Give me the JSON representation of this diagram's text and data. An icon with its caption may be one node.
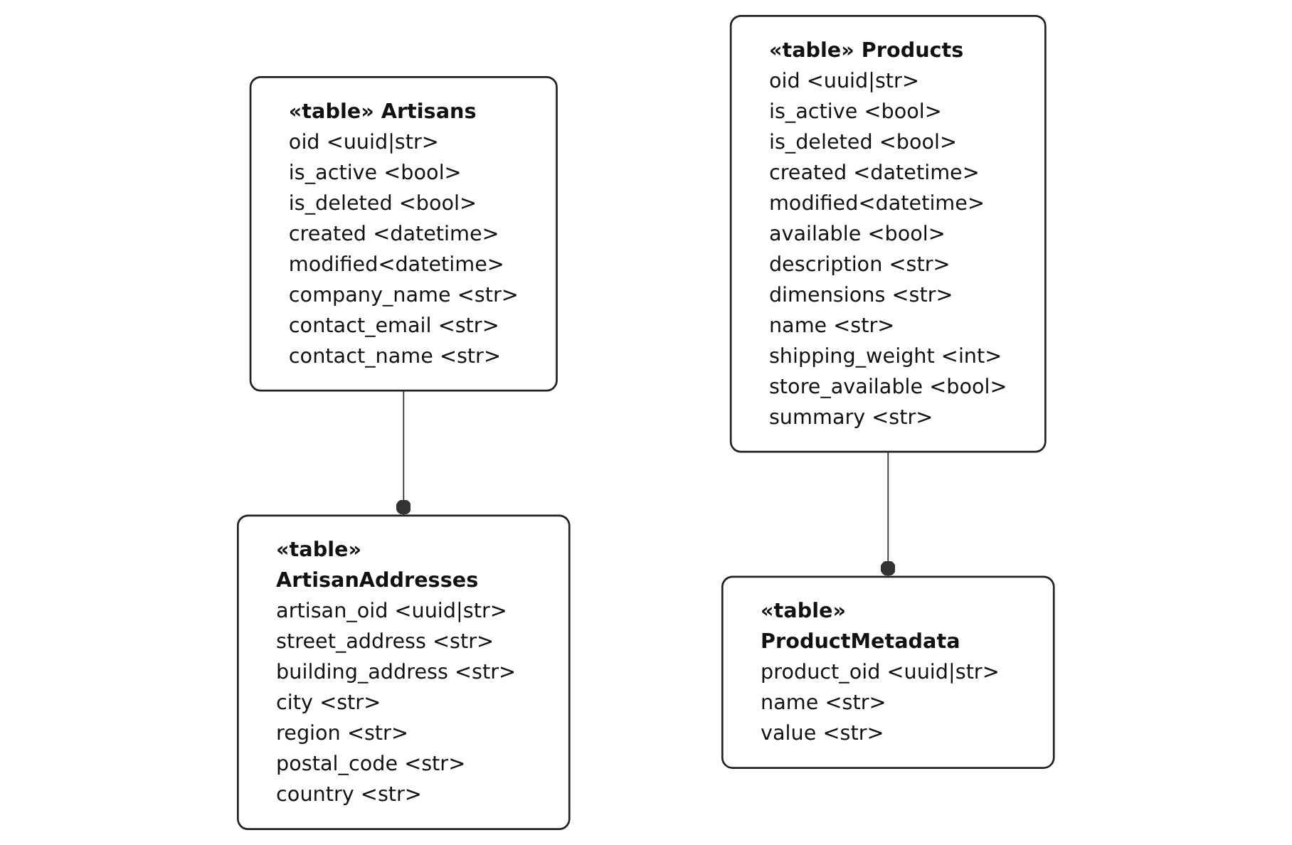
{
  "diagram": {
    "nodes": [
      {
        "text": [
          "«table» Artisans",
          "oid <uuid|str>",
          "is_active <bool>",
          "is_deleted <bool>",
          "created <datetime>",
          "modified<datetime>",
          "company_name <str>",
          "contact_email <str>",
          "contact_name <str>"
        ]
      },
      {
        "text": [
          "«table» ArtisanAddresses",
          "artisan_oid <uuid|str>",
          "street_address <str>",
          "building_address <str>",
          "city <str>",
          "region <str>",
          "postal_code <str>",
          "country <str>"
        ]
      },
      {
        "text": [
          "«table» Products",
          "oid <uuid|str>",
          "is_active <bool>",
          "is_deleted <bool>",
          "created <datetime>",
          "modified<datetime>",
          "available <bool>",
          "description <str>",
          "dimensions <str>",
          "name <str>",
          "shipping_weight <int>",
          "store_available <bool>",
          "summary <str>"
        ]
      },
      {
        "text": [
          "«table» ProductMetadata",
          "product_oid <uuid|str>",
          "name <str>",
          "value <str>"
        ]
      }
    ],
    "edges": [
      {
        "from": 0,
        "to": 1,
        "arrow": "other"
      },
      {
        "from": 2,
        "to": 3,
        "arrow": "other"
      }
    ]
  }
}
